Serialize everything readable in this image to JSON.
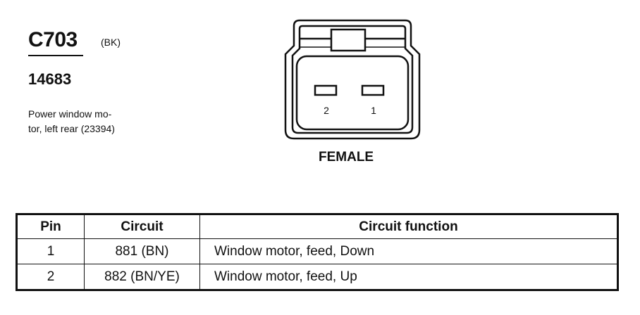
{
  "header": {
    "connector_id": "C703",
    "color_code": "(BK)",
    "part_number": "14683",
    "description_line1": "Power window mo-",
    "description_line2": "tor, left rear (23394)"
  },
  "diagram": {
    "pin_labels": [
      "2",
      "1"
    ],
    "gender": "FEMALE"
  },
  "table": {
    "headers": [
      "Pin",
      "Circuit",
      "Circuit function"
    ],
    "rows": [
      {
        "pin": "1",
        "circuit": "881 (BN)",
        "function": "Window motor, feed, Down"
      },
      {
        "pin": "2",
        "circuit": "882 (BN/YE)",
        "function": "Window motor, feed, Up"
      }
    ]
  }
}
